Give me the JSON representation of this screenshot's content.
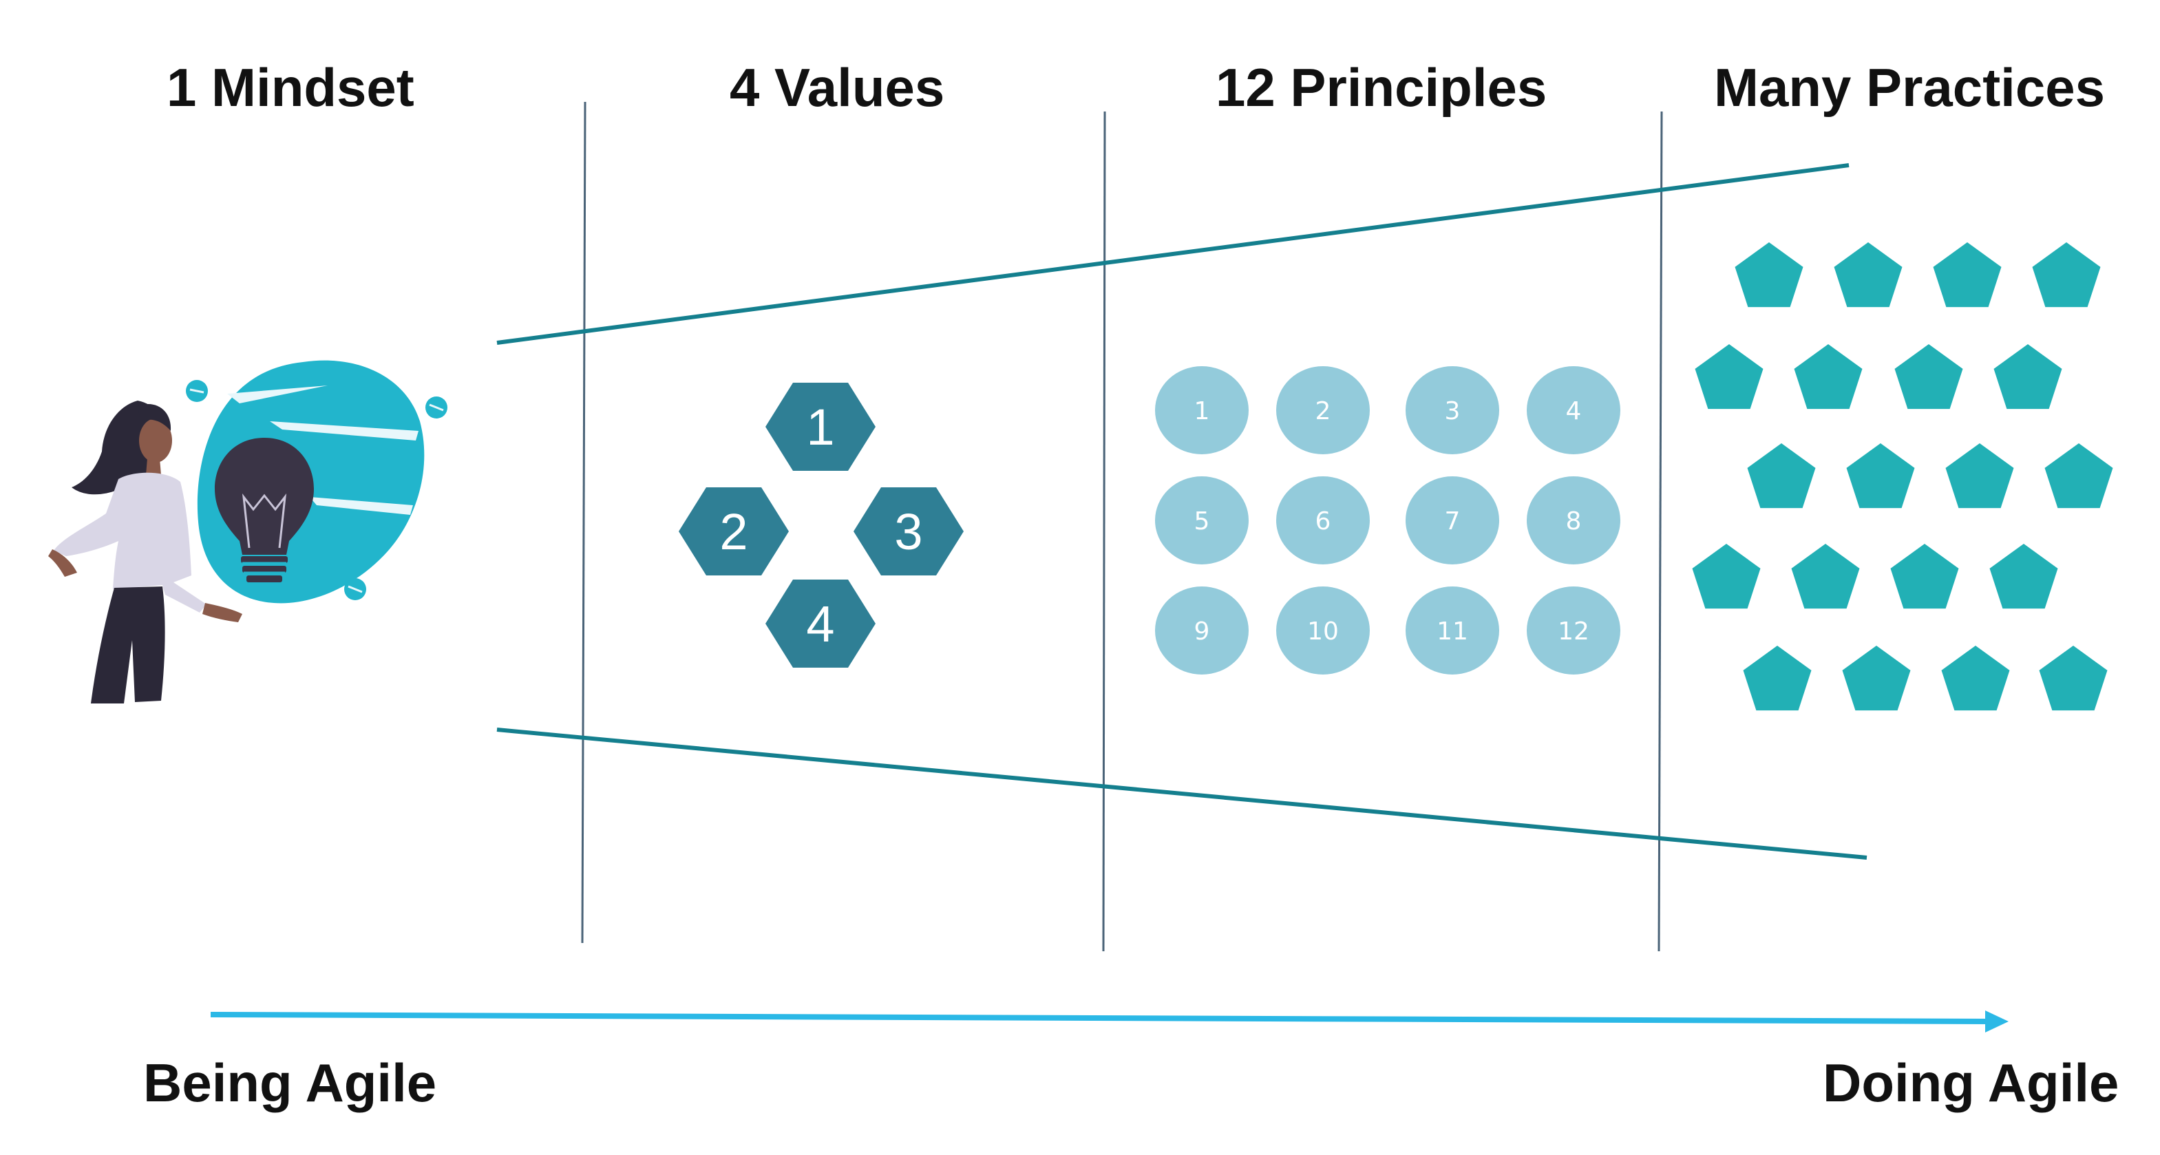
{
  "headings": {
    "mindset": "1 Mindset",
    "values": "4 Values",
    "principles": "12 Principles",
    "practices": "Many Practices"
  },
  "footer": {
    "left": "Being Agile",
    "right": "Doing Agile"
  },
  "values_items": [
    "1",
    "2",
    "3",
    "4"
  ],
  "principles_items": [
    "1",
    "2",
    "3",
    "4",
    "5",
    "6",
    "7",
    "8",
    "9",
    "10",
    "11",
    "12"
  ],
  "practices_count": 20,
  "colors": {
    "divider": "#4a6378",
    "funnel": "#147f8e",
    "arrow": "#2bb8e6",
    "hexagon": "#2f7f95",
    "circle": "#93cbdb",
    "pentagon": "#22b0b5",
    "bulb_blob": "#22b5cc",
    "heading_text": "#111111"
  }
}
